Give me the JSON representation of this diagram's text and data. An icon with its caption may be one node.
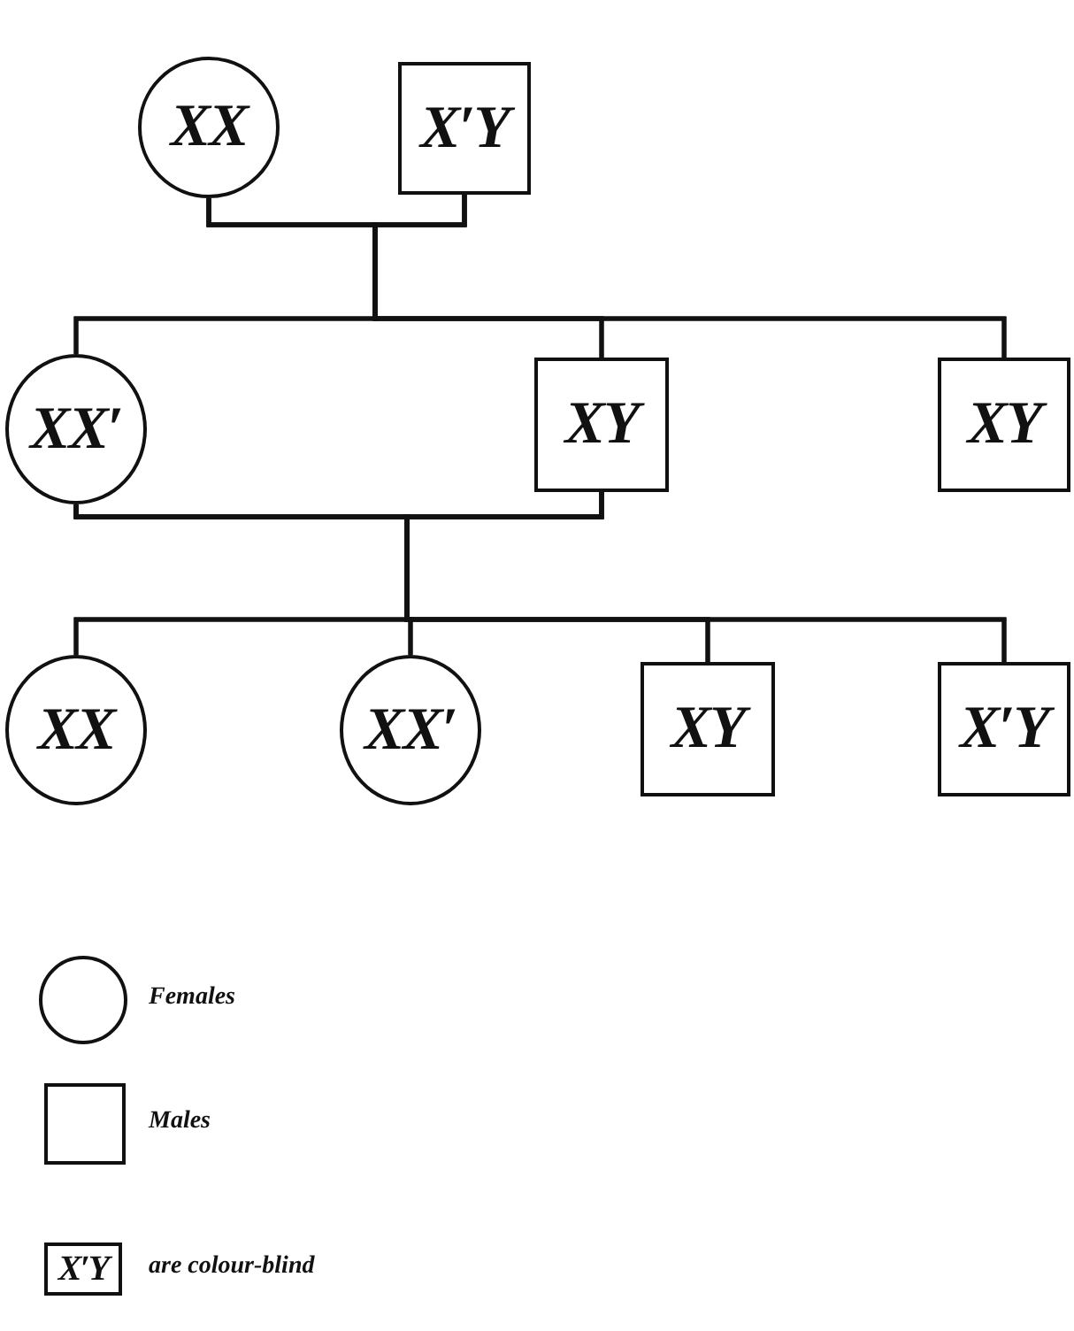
{
  "diagram": {
    "nodes": [
      {
        "text": [
          "XX"
        ]
      },
      {
        "text": [
          "X′Y"
        ]
      },
      {
        "text": [
          "XX′"
        ]
      },
      {
        "text": [
          "XY"
        ]
      },
      {
        "text": [
          "XY"
        ]
      },
      {
        "text": [
          "XX"
        ]
      },
      {
        "text": [
          "XX′"
        ]
      },
      {
        "text": [
          "XY"
        ]
      },
      {
        "text": [
          "X′Y"
        ]
      }
    ],
    "edges": [
      {
        "from": 0,
        "to": 1,
        "arrow": "none"
      },
      {
        "from": 0,
        "to": 2,
        "arrow": "none"
      },
      {
        "from": 0,
        "to": 3,
        "arrow": "none"
      },
      {
        "from": 0,
        "to": 4,
        "arrow": "none"
      },
      {
        "from": 1,
        "to": 2,
        "arrow": "none"
      },
      {
        "from": 1,
        "to": 3,
        "arrow": "none"
      },
      {
        "from": 1,
        "to": 4,
        "arrow": "none"
      },
      {
        "from": 2,
        "to": 3,
        "arrow": "none"
      },
      {
        "from": 2,
        "to": 5,
        "arrow": "none"
      },
      {
        "from": 2,
        "to": 6,
        "arrow": "none"
      },
      {
        "from": 2,
        "to": 7,
        "arrow": "none"
      },
      {
        "from": 2,
        "to": 8,
        "arrow": "none"
      },
      {
        "from": 3,
        "to": 5,
        "arrow": "none"
      },
      {
        "from": 3,
        "to": 6,
        "arrow": "none"
      },
      {
        "from": 3,
        "to": 7,
        "arrow": "none"
      },
      {
        "from": 3,
        "to": 8,
        "arrow": "none"
      }
    ],
    "labels": [
      "X′Y"
    ],
    "legend": [
      {
        "text": "Females"
      },
      {
        "text": "Males"
      },
      {
        "text": "are colour-blind"
      }
    ]
  }
}
